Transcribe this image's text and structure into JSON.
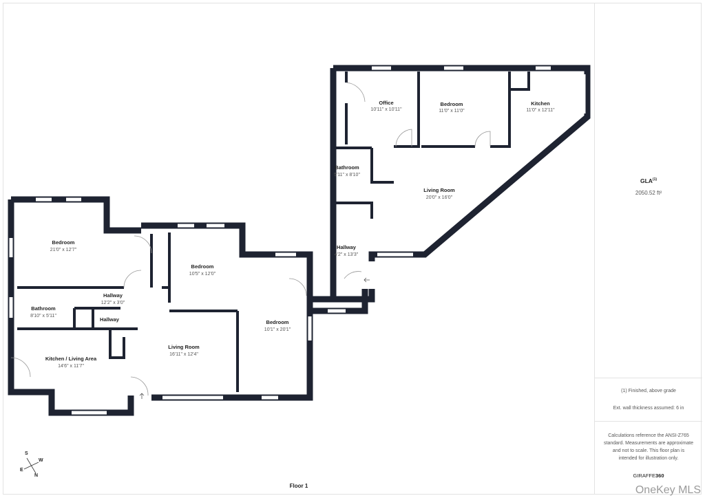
{
  "floor_label": "Floor 1",
  "rooms": [
    {
      "name": "Office",
      "dims": "10'11\" x 10'11\""
    },
    {
      "name": "Bedroom",
      "dims": "11'0\" x 11'0\""
    },
    {
      "name": "Kitchen",
      "dims": "11'0\" x 12'11\""
    },
    {
      "name": "Bathroom",
      "dims": "5'11\" x 8'10\""
    },
    {
      "name": "Living Room",
      "dims": "20'0\" x 16'0\""
    },
    {
      "name": "Hallway",
      "dims": "4'2\" x 13'3\""
    },
    {
      "name": "Bedroom",
      "dims": "21'0\" x 12'7\""
    },
    {
      "name": "Bedroom",
      "dims": "10'5\" x 12'0\""
    },
    {
      "name": "Hallway",
      "dims": "12'2\" x 3'0\""
    },
    {
      "name": "Bathroom",
      "dims": "8'10\" x 5'11\""
    },
    {
      "name": "Hallway",
      "dims": ""
    },
    {
      "name": "Bedroom",
      "dims": "10'1\" x 20'1\""
    },
    {
      "name": "Living Room",
      "dims": "16'11\" x 12'4\""
    },
    {
      "name": "Kitchen / Living Area",
      "dims": "14'6\" x 11'7\""
    }
  ],
  "panel": {
    "gla_label": "GLA",
    "gla_sup": "(1)",
    "gla_value": "2050.52 ft²",
    "note1": "(1) Finished, above grade",
    "note2": "Ext. wall thickness assumed: 6 in",
    "disclaimer": "Calculations reference the ANSI-Z765 standard. Measurements are approximate and not to scale. This floor plan is intended for illustration only.",
    "brand_a": "GIRAFFE",
    "brand_b": "360"
  },
  "compass": {
    "s": "S",
    "w": "W",
    "e": "E",
    "n": "N"
  },
  "watermark": "OneKey MLS"
}
